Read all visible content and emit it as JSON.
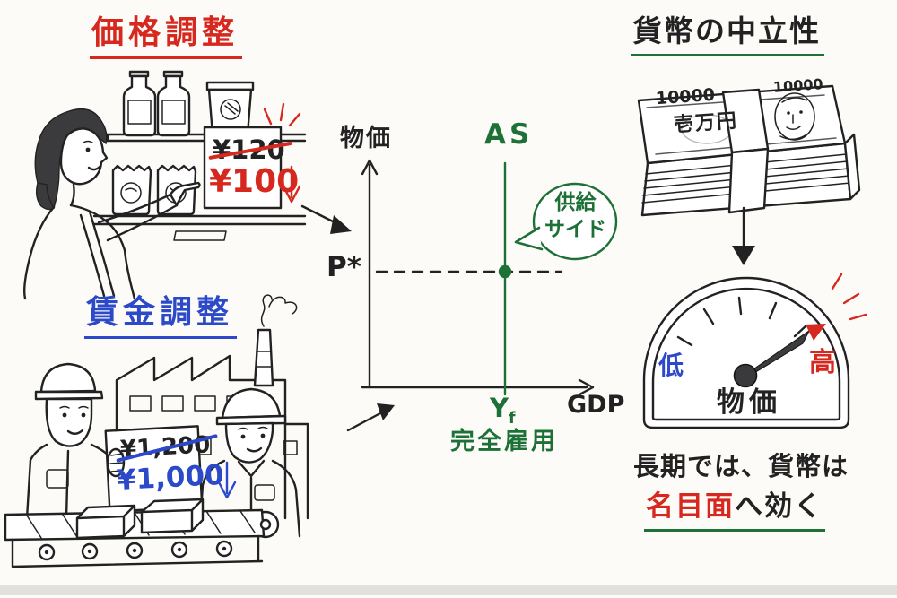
{
  "colors": {
    "red": "#d6281e",
    "blue": "#2b49c8",
    "green": "#1d7036",
    "ink": "#222222",
    "paper": "#fcfbf8"
  },
  "price_scene": {
    "title": "価格調整",
    "sign": {
      "old_price": "¥120",
      "new_price": "¥100"
    }
  },
  "wage_scene": {
    "title": "賃金調整",
    "sign": {
      "old_wage": "¥1,200",
      "new_wage": "¥1,000"
    }
  },
  "as_graph": {
    "y_axis_label": "物価",
    "x_axis_label": "GDP",
    "curve_label": "AS",
    "price_label": "P*",
    "bubble": {
      "line1": "供給",
      "line2": "サイド"
    },
    "x_tick": {
      "base": "Y",
      "sub": "f"
    },
    "x_tick_caption": "完全雇用"
  },
  "money": {
    "title": "貨幣の中立性",
    "bill": {
      "corner_left": "10000",
      "corner_right": "10000",
      "denomination": "壱万円"
    }
  },
  "gauge": {
    "low": "低",
    "high": "高",
    "label": "物価"
  },
  "conclusion": {
    "line1": "長期では、貨幣は",
    "highlight": "名目面",
    "tail": "へ効く"
  },
  "chart_data": {
    "type": "line",
    "title": "",
    "xlabel": "GDP",
    "ylabel": "物価",
    "series": [
      {
        "name": "AS",
        "shape": "vertical-line",
        "x": "Yf",
        "color": "#1d7036"
      }
    ],
    "x_ticks": [
      "Yf"
    ],
    "y_ticks": [
      "P*"
    ],
    "points": [
      {
        "x": "Yf",
        "y": "P*",
        "marker": "dot",
        "color": "#1d7036"
      }
    ],
    "guides": [
      {
        "type": "horizontal-dashed",
        "y": "P*",
        "from": "y-axis",
        "to": "beyond-AS"
      }
    ],
    "annotations": [
      {
        "text": "供給サイド",
        "type": "speech-bubble",
        "color": "#1d7036"
      },
      {
        "text": "完全雇用",
        "type": "x-tick-caption",
        "color": "#1d7036"
      }
    ],
    "grid": false,
    "legend": "none"
  }
}
